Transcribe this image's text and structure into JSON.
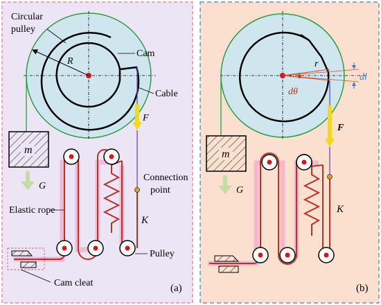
{
  "colors": {
    "panel_a_bg": "#ece5f5",
    "panel_a_border": "#e07a8a",
    "panel_b_bg": "#fbe0cf",
    "panel_b_border": "#4a7fb0",
    "pulley_fill": "#cfe6ef",
    "pulley_stroke": "#2e9b48",
    "rope": "#b8322a",
    "rope_glow": "#f0a8c8",
    "force_arrow": "#f2d81e",
    "gravity_arrow": "#c6dca4",
    "radius_line": "#c8502a",
    "dl_line": "#3a7bd5",
    "connection_point": "#d9a02a",
    "spring_segment": "#6f4ab0"
  },
  "panel_a": {
    "label_circular_pulley_1": "Circular",
    "label_circular_pulley_2": "pulley",
    "label_R": "R",
    "label_cam": "Cam",
    "label_cable": "Cable",
    "label_F": "F",
    "label_m": "m",
    "label_G": "G",
    "label_connection_1": "Connection",
    "label_connection_2": "point",
    "label_K": "K",
    "label_elastic_rope": "Elastic rope",
    "label_pulley": "Pulley",
    "label_cam_cleat": "Cam cleat",
    "label_panel": "(a)"
  },
  "panel_b": {
    "label_r": "r",
    "label_dl": "dl",
    "label_dtheta": "dθ",
    "label_F": "F",
    "label_m": "m",
    "label_G": "G",
    "label_K": "K",
    "label_panel": "(b)"
  }
}
